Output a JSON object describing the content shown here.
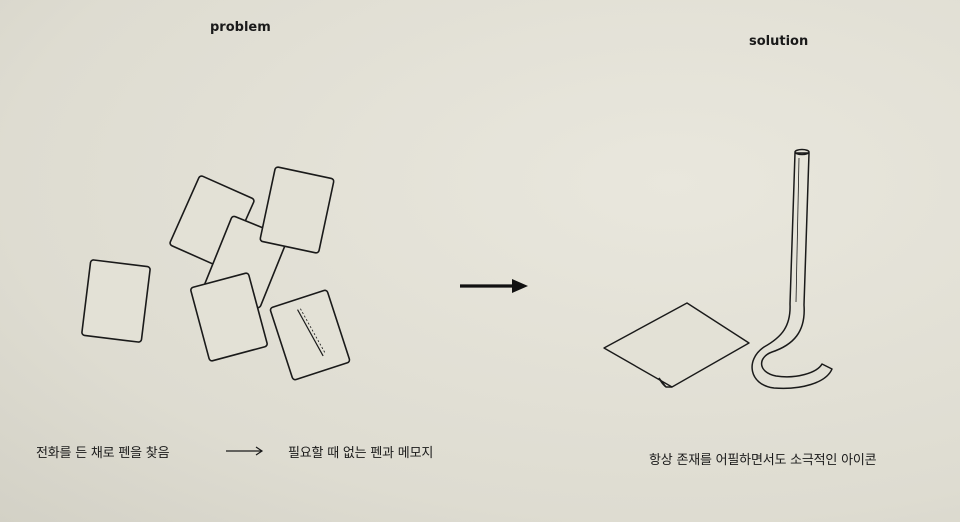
{
  "headings": {
    "problem": "problem",
    "solution": "solution"
  },
  "captions": {
    "problem_cause": "전화를 든 채로 펜을 찾음",
    "problem_result": "필요할 때 없는 펜과 메모지",
    "solution_text": "항상 존재를 어필하면서도 소극적인 아이콘"
  },
  "icons": {
    "scattered_cards": "scattered-memo-cards-icon",
    "main_arrow": "arrow-right-icon",
    "small_arrow": "long-arrow-right-icon",
    "memo_pad": "memo-pad-icon",
    "pen_stand": "hook-pen-stand-icon"
  },
  "colors": {
    "paper": "#e3e1d6",
    "ink": "#1a1a1a"
  }
}
